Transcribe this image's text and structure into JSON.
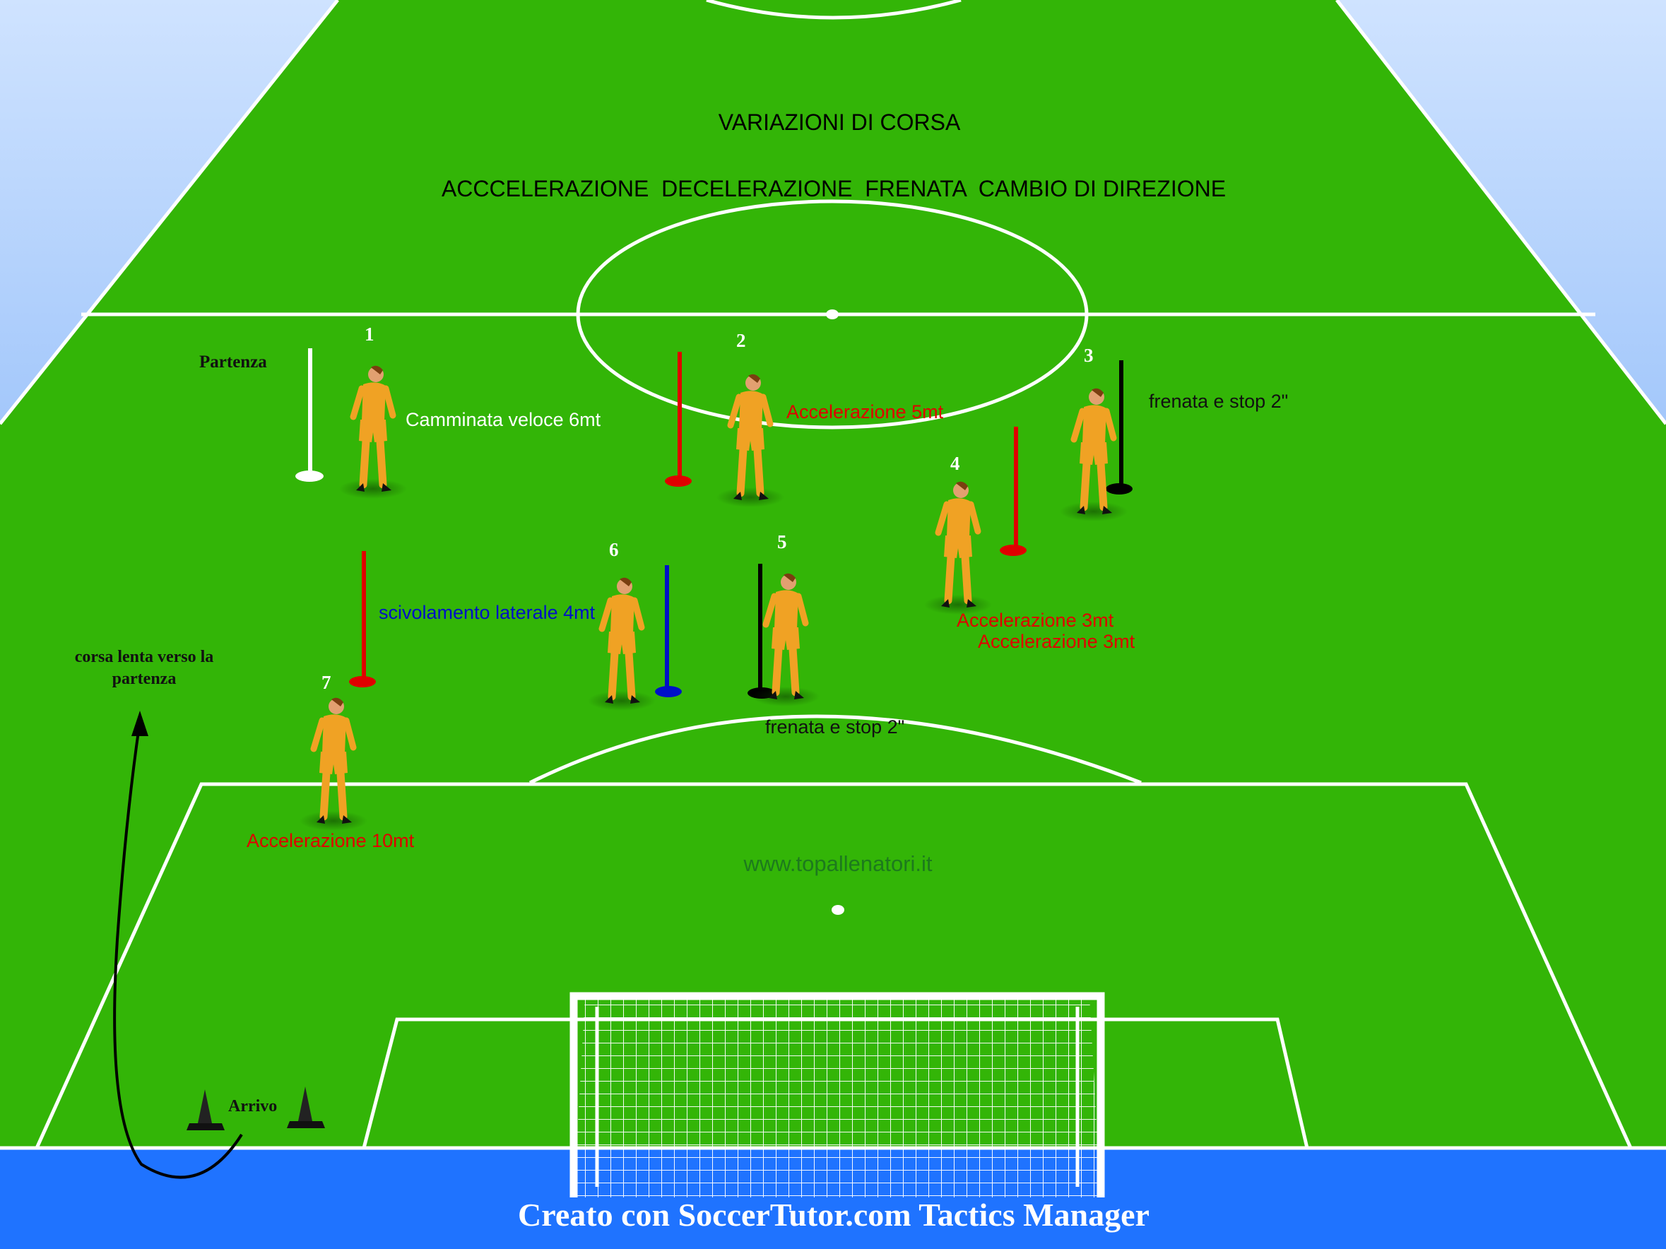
{
  "title": "VARIAZIONI DI CORSA",
  "subtitle": "ACCCELERAZIONE  DECELERAZIONE  FRENATA  CAMBIO DI DIREZIONE",
  "website": "www.topallenatori.it",
  "footer": "Creato con SoccerTutor.com Tactics Manager",
  "colors": {
    "grass": "#33b507",
    "lines": "#ffffff",
    "player": "#f0a224",
    "red": "#e00000",
    "blue": "#0010c8",
    "black": "#000000",
    "bottom_band": "#1f73ff"
  },
  "stations": [
    {
      "number": "1",
      "label": "Camminata veloce 6mt",
      "pole": "white"
    },
    {
      "number": "2",
      "label": "Accelerazione 5mt",
      "pole": "red"
    },
    {
      "number": "3",
      "label": "frenata e stop 2\"",
      "pole": "black"
    },
    {
      "number": "4",
      "label": "Accelerazione 3mt",
      "label2": "Accelerazione 3mt",
      "pole": "red"
    },
    {
      "number": "5",
      "label": "frenata e stop 2\"",
      "pole": "black"
    },
    {
      "number": "6",
      "label": "scivolamento laterale 4mt",
      "pole": "blue"
    },
    {
      "number": "7",
      "label": "Accelerazione 10mt",
      "pole": "red"
    }
  ],
  "labels": {
    "start": "Partenza",
    "finish": "Arrivo",
    "return_line1": "corsa lenta verso la",
    "return_line2": "partenza"
  },
  "icons": [
    "player-icon",
    "pole-icon",
    "cone-icon",
    "goal-icon",
    "arrow-icon"
  ]
}
